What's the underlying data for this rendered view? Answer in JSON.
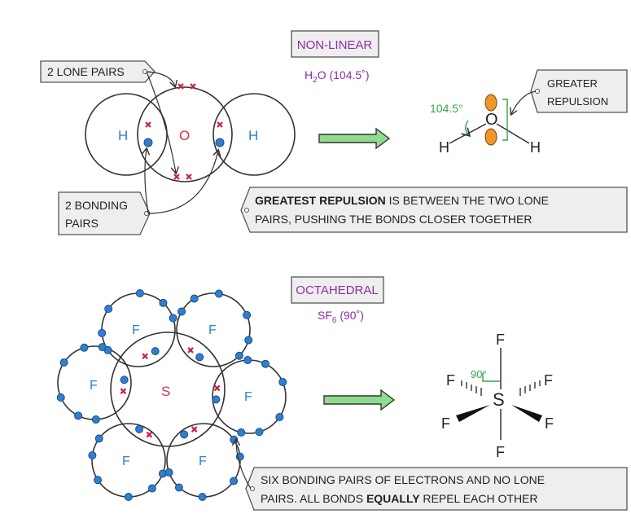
{
  "top": {
    "shape_box": "NON-LINEAR",
    "formula": {
      "main": "H",
      "sub": "2",
      "rest": "O  (104.5˚)"
    },
    "lone_pairs_label": "2 LONE  PAIRS",
    "bonding_pairs_label": [
      "2  BONDING",
      "PAIRS"
    ],
    "atoms": {
      "left": "H",
      "center": "O",
      "right": "H"
    },
    "angle": "104.5°",
    "greater_repulsion": [
      "GREATER",
      "REPULSION"
    ],
    "note": {
      "bold": "GREATEST  REPULSION",
      "line1_rest": "  IS  BETWEEN  THE  TWO  LONE",
      "line2": "PAIRS,  PUSHING  THE  BONDS  CLOSER  TOGETHER"
    },
    "struct": {
      "center": "O",
      "h_left": "H",
      "h_right": "H"
    }
  },
  "bottom": {
    "shape_box": "OCTAHEDRAL",
    "formula": {
      "main": "SF",
      "sub": "6",
      "rest": "  (90˚)"
    },
    "atoms": {
      "center": "S",
      "f1": "F",
      "f2": "F",
      "f3": "F",
      "f4": "F",
      "f5": "F",
      "f6": "F"
    },
    "angle": "90°",
    "note": {
      "line1": "SIX  BONDING  PAIRS  OF  ELECTRONS  AND  NO  LONE",
      "line2_pre": "PAIRS.  ALL  BONDS  ",
      "line2_bold": "EQUALLY",
      "line2_post": "  REPEL  EACH  OTHER"
    },
    "struct": {
      "center": "S",
      "f_top": "F",
      "f_bottom": "F",
      "f_left": "F",
      "f_right": "F",
      "f_lower_left": "F",
      "f_lower_right": "F"
    }
  },
  "colors": {
    "electron_blue": "#2f7fd1",
    "cross_red": "#c8213b",
    "oxygen_red": "#d9304a",
    "purple": "#8e2fa4",
    "green_angle": "#3aa34a",
    "orange_lone": "#f0952a",
    "arrow_green": "#8fdc8f",
    "box_fill": "#eeeeee"
  }
}
